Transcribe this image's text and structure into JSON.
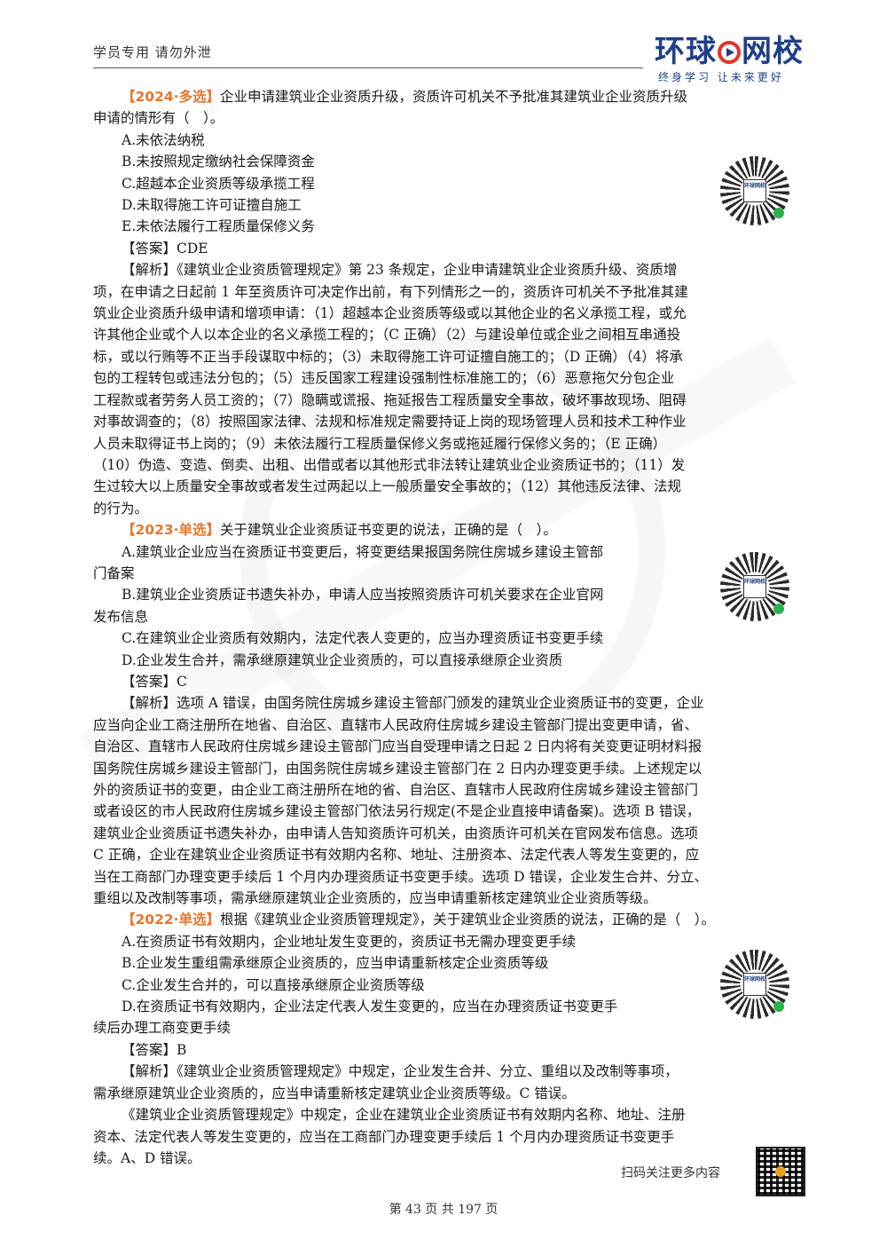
{
  "header": {
    "left_text": "学员专用 请勿外泄",
    "logo_text_a": "环球",
    "logo_text_b": "网校",
    "logo_tagline": "终身学习 让未来更好"
  },
  "q2024": {
    "tag": "【2024·多选】",
    "stem_1": "企业申请建筑业企业资质升级，资质许可机关不予批准其建筑业企业资质升级",
    "stem_2": "申请的情形有（　）。",
    "options": [
      "A.未依法纳税",
      "B.未按照规定缴纳社会保障资金",
      "C.超越本企业资质等级承揽工程",
      "D.未取得施工许可证擅自施工",
      "E.未依法履行工程质量保修义务"
    ],
    "answer": "【答案】CDE",
    "analysis": [
      "【解析】《建筑业企业资质管理规定》第 23 条规定，企业申请建筑业企业资质升级、资质增",
      "项，在申请之日起前 1 年至资质许可决定作出前，有下列情形之一的，资质许可机关不予批准其建",
      "筑业企业资质升级申请和增项申请：（1）超越本企业资质等级或以其他企业的名义承揽工程，或允",
      "许其他企业或个人以本企业的名义承揽工程的；（C 正确）（2）与建设单位或企业之间相互串通投",
      "标，或以行贿等不正当手段谋取中标的；（3）未取得施工许可证擅自施工的；（D 正确）（4）将承",
      "包的工程转包或违法分包的；（5）违反国家工程建设强制性标准施工的；（6）恶意拖欠分包企业",
      "工程款或者劳务人员工资的；（7）隐瞒或谎报、拖延报告工程质量安全事故，破坏事故现场、阻碍",
      "对事故调查的；（8）按照国家法律、法规和标准规定需要持证上岗的现场管理人员和技术工种作业",
      "人员未取得证书上岗的；（9）未依法履行工程质量保修义务或拖延履行保修义务的；（E 正确）",
      "（10）伪造、变造、倒卖、出租、出借或者以其他形式非法转让建筑业企业资质证书的；（11）发",
      "生过较大以上质量安全事故或者发生过两起以上一般质量安全事故的；（12）其他违反法律、法规",
      "的行为。"
    ]
  },
  "q2023": {
    "tag": "【2023·单选】",
    "stem": "关于建筑业企业资质证书变更的说法，正确的是（　）。",
    "option_a_1": "A.建筑业企业应当在资质证书变更后，将变更结果报国务院住房城乡建设主管部",
    "option_a_2": "门备案",
    "option_b_1": "B.建筑业企业资质证书遗失补办，申请人应当按照资质许可机关要求在企业官网",
    "option_b_2": "发布信息",
    "option_c": "C.在建筑业企业资质有效期内，法定代表人变更的，应当办理资质证书变更手续",
    "option_d": "D.企业发生合并，需承继原建筑业企业资质的，可以直接承继原企业资质",
    "answer": "【答案】C",
    "analysis": [
      "【解析】选项 A 错误，由国务院住房城乡建设主管部门颁发的建筑业企业资质证书的变更，企业",
      "应当向企业工商注册所在地省、自治区、直辖市人民政府住房城乡建设主管部门提出变更申请，省、",
      "自治区、直辖市人民政府住房城乡建设主管部门应当自受理申请之日起 2 日内将有关变更证明材料报",
      "国务院住房城乡建设主管部门，由国务院住房城乡建设主管部门在 2 日内办理变更手续。上述规定以",
      "外的资质证书的变更，由企业工商注册所在地的省、自治区、直辖市人民政府住房城乡建设主管部门",
      "或者设区的市人民政府住房城乡建设主管部门依法另行规定(不是企业直接申请备案)。选项 B 错误，",
      "建筑业企业资质证书遗失补办，由申请人告知资质许可机关，由资质许可机关在官网发布信息。选项",
      "C 正确，企业在建筑业企业资质证书有效期内名称、地址、注册资本、法定代表人等发生变更的，应",
      "当在工商部门办理变更手续后 1 个月内办理资质证书变更手续。选项 D 错误，企业发生合并、分立、",
      "重组以及改制等事项，需承继原建筑业企业资质的，应当申请重新核定建筑业企业资质等级。"
    ]
  },
  "q2022": {
    "tag": "【2022·单选】",
    "stem": "根据《建筑业企业资质管理规定》，关于建筑业企业资质的说法，正确的是（　）。",
    "option_a": "A.在资质证书有效期内，企业地址发生变更的，资质证书无需办理变更手续",
    "option_b": "B.企业发生重组需承继原企业资质的，应当申请重新核定企业资质等级",
    "option_c": "C.企业发生合并的，可以直接承继原企业资质等级",
    "option_d_1": "D.在资质证书有效期内，企业法定代表人发生变更的，应当在办理资质证书变更手",
    "option_d_2": "续后办理工商变更手续",
    "answer": "【答案】B",
    "analysis_1": [
      "【解析】《建筑业企业资质管理规定》中规定，企业发生合并、分立、重组以及改制等事项，",
      "需承继原建筑业企业资质的，应当申请重新核定建筑业企业资质等级。C 错误。"
    ],
    "analysis_2": [
      "《建筑业企业资质管理规定》中规定，企业在建筑业企业资质证书有效期内名称、地址、注册",
      "资本、法定代表人等发生变更的，应当在工商部门办理变更手续后 1 个月内办理资质证书变更手",
      "续。A、D 错误。"
    ]
  },
  "qr_badge": "环球网校",
  "footer": {
    "scan_text": "扫码关注更多内容",
    "page_number": "第 43 页 共 197 页"
  }
}
